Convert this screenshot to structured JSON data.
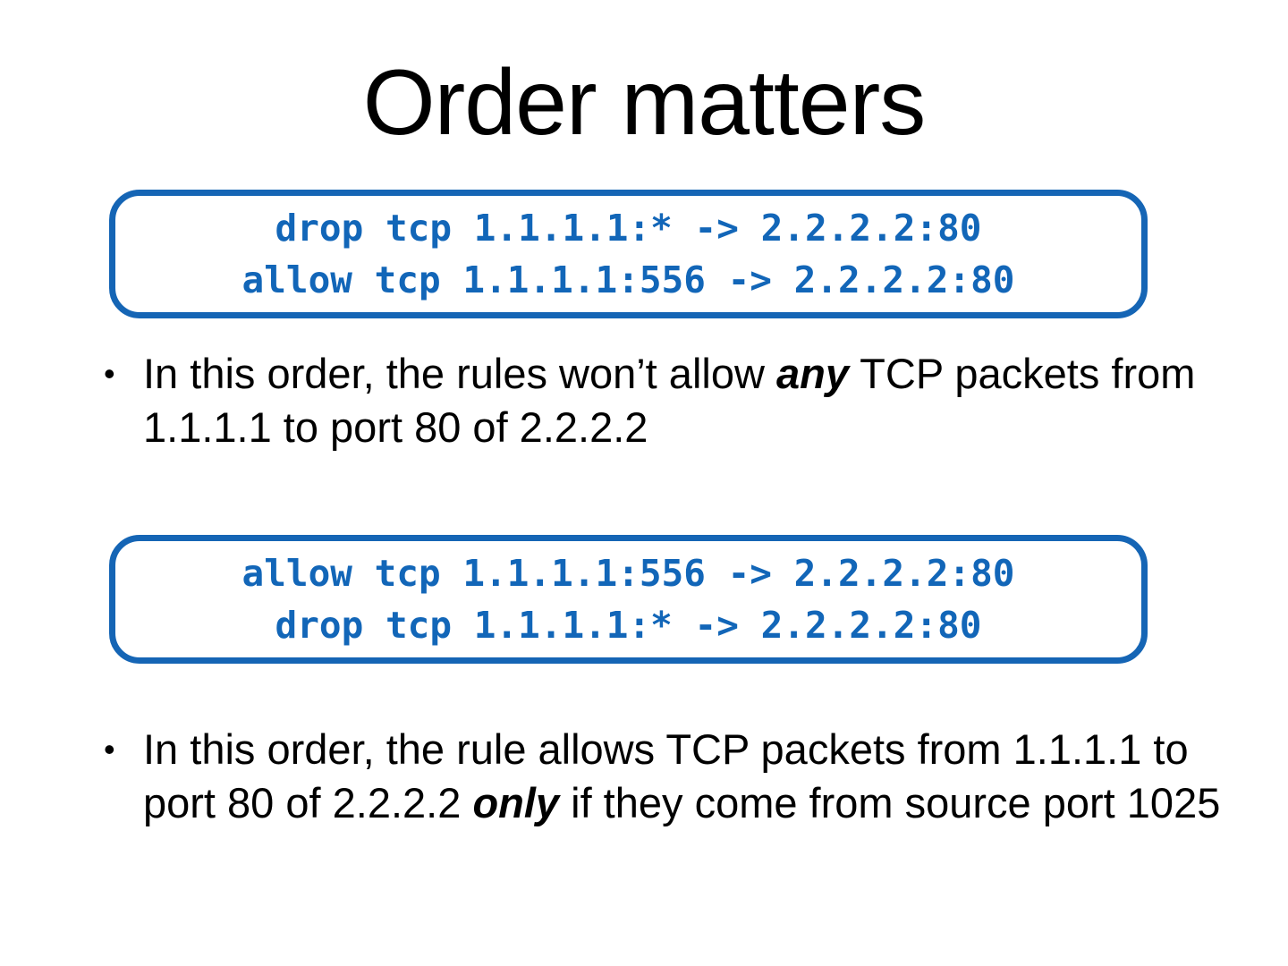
{
  "slide": {
    "title": "Order matters",
    "bullet_marker": "•",
    "accent_color": "#1565b5",
    "code_color": "#1266b8",
    "text_color": "#000000",
    "background_color": "#ffffff"
  },
  "code_block_1": {
    "line1": "drop tcp 1.1.1.1:* -> 2.2.2.2:80",
    "line2": "allow tcp 1.1.1.1:556 -> 2.2.2.2:80"
  },
  "code_block_2": {
    "line1": "allow tcp 1.1.1.1:556 -> 2.2.2.2:80",
    "line2": "drop tcp 1.1.1.1:* -> 2.2.2.2:80"
  },
  "bullet_1": {
    "part1": "In this order, the rules won’t allow ",
    "emphasis": "any",
    "part2": " TCP packets from 1.1.1.1 to port 80 of 2.2.2.2"
  },
  "bullet_2": {
    "part1": "In this order, the rule allows TCP packets from 1.1.1.1 to port 80 of 2.2.2.2 ",
    "emphasis": "only",
    "part2": " if they come from source port 1025"
  }
}
